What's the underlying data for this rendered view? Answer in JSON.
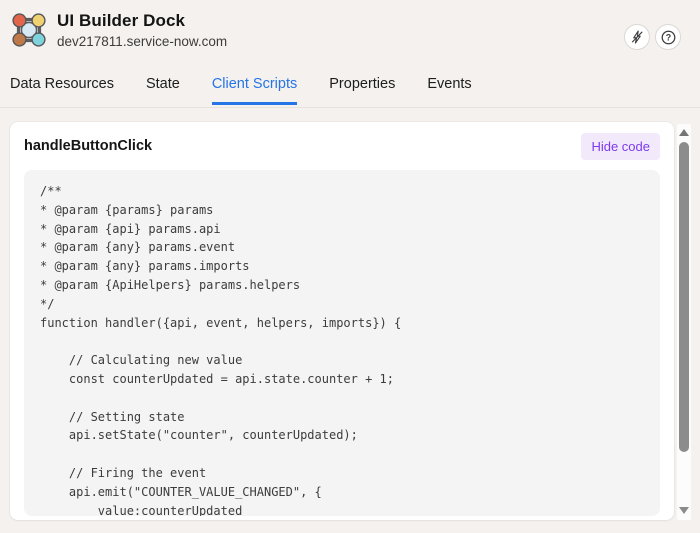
{
  "header": {
    "title": "UI Builder Dock",
    "subtitle": "dev217811.service-now.com",
    "icons": {
      "logo": "ui-builder-dock-logo",
      "action_1": "lightning-slash-icon",
      "action_2": "help-icon",
      "help_glyph": "?"
    }
  },
  "tabs": [
    {
      "label": "Data Resources",
      "active": false
    },
    {
      "label": "State",
      "active": false
    },
    {
      "label": "Client Scripts",
      "active": true
    },
    {
      "label": "Properties",
      "active": false
    },
    {
      "label": "Events",
      "active": false
    }
  ],
  "panel": {
    "title": "handleButtonClick",
    "hide_code_label": "Hide code",
    "code": "/**\n* @param {params} params\n* @param {api} params.api\n* @param {any} params.event\n* @param {any} params.imports\n* @param {ApiHelpers} params.helpers\n*/\nfunction handler({api, event, helpers, imports}) {\n\n    // Calculating new value\n    const counterUpdated = api.state.counter + 1;\n\n    // Setting state\n    api.setState(\"counter\", counterUpdated);\n\n    // Firing the event\n    api.emit(\"COUNTER_VALUE_CHANGED\", {\n        value:counterUpdated"
  },
  "scrollbar": {
    "up_icon": "scroll-up-arrow",
    "down_icon": "scroll-down-arrow"
  },
  "colors": {
    "page_background": "#f5f1ee",
    "active_tab_blue": "#2574e8",
    "hide_code_text": "#7c3aed",
    "hide_code_bg": "#f2eafb",
    "code_bg": "#f4f4f4",
    "logo_red": "#e2654b",
    "logo_yellow": "#efd171",
    "logo_brown": "#bf7848",
    "logo_teal": "#7ed3dc",
    "logo_center": "#d9e9f4"
  }
}
